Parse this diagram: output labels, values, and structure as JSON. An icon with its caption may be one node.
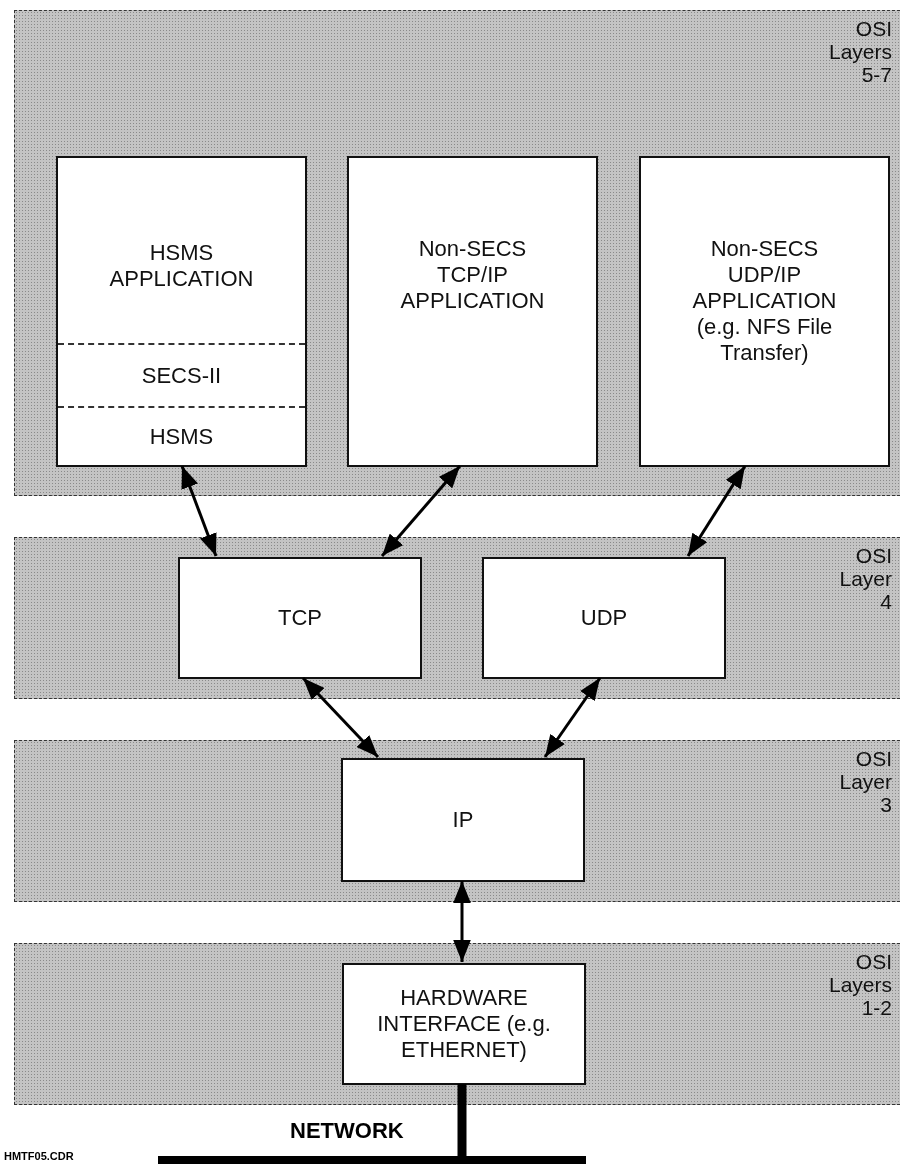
{
  "diagram": {
    "nodes": [
      {
        "text": [
          "OSI Layers 5-7"
        ]
      },
      {
        "text": [
          "HSMS APPLICATION",
          "SECS-II",
          "HSMS"
        ],
        "in": 0
      },
      {
        "text": [
          "Non-SECS TCP/IP APPLICATION"
        ],
        "in": 0
      },
      {
        "text": [
          "Non-SECS UDP/IP APPLICATION (e.g. NFS File Transfer)"
        ],
        "in": 0
      },
      {
        "text": [
          "OSI Layer 4"
        ]
      },
      {
        "text": [
          "TCP"
        ],
        "in": 4
      },
      {
        "text": [
          "UDP"
        ],
        "in": 4
      },
      {
        "text": [
          "OSI Layer 3"
        ]
      },
      {
        "text": [
          "IP"
        ],
        "in": 7
      },
      {
        "text": [
          "OSI Layers 1-2"
        ]
      },
      {
        "text": [
          "HARDWARE INTERFACE (e.g. ETHERNET)"
        ],
        "in": 9
      },
      {
        "text": [],
        "shape": "bar",
        "beside": [
          "NETWORK"
        ]
      }
    ],
    "edges": [
      {
        "from": 1,
        "to": 5,
        "arrow": "both"
      },
      {
        "from": 2,
        "to": 5,
        "arrow": "both"
      },
      {
        "from": 3,
        "to": 6,
        "arrow": "both"
      },
      {
        "from": 5,
        "to": 8,
        "arrow": "both"
      },
      {
        "from": 6,
        "to": 8,
        "arrow": "both"
      },
      {
        "from": 8,
        "to": 10,
        "arrow": "both"
      },
      {
        "from": 10,
        "to": 11,
        "arrow": "none",
        "style": "thick"
      }
    ],
    "labels": [
      "HMTF05.CDR"
    ]
  }
}
